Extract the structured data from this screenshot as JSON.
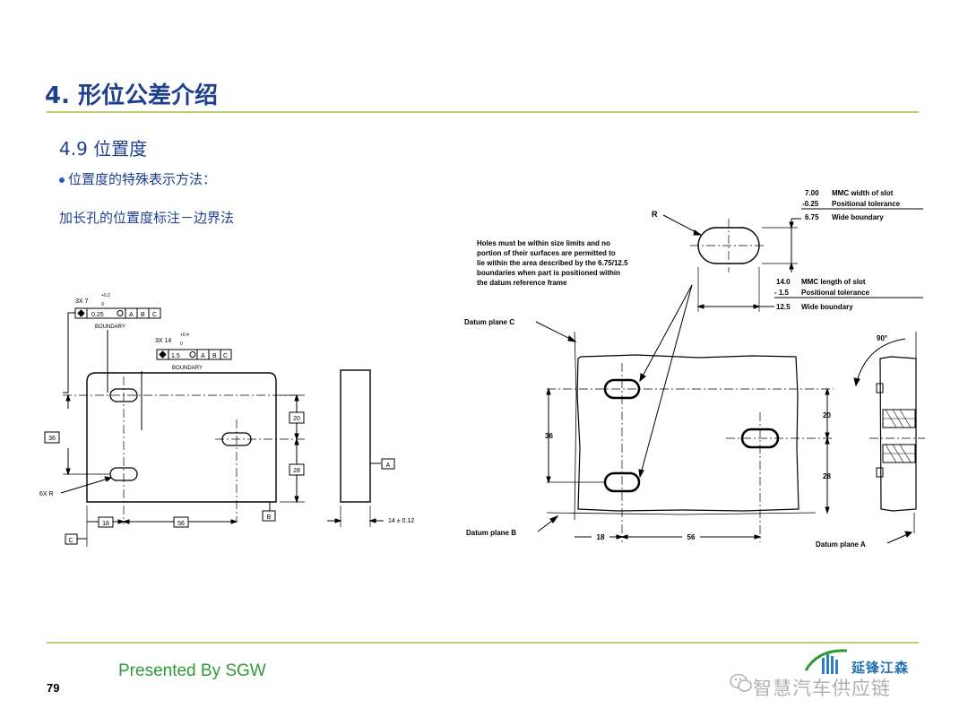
{
  "slide": {
    "title": "4. 形位公差介绍",
    "subtitle": "4.9 位置度",
    "bullet": "位置度的特殊表示方法：",
    "line2": "加长孔的位置度标注－边界法",
    "footer": "Presented By SGW",
    "page_number": "79",
    "brand_name": "延锋江森",
    "watermark": "智慧汽车供应链"
  },
  "left_drawing": {
    "callout1_qty": "3X 7",
    "callout1_tol": "+0.2 / 0",
    "fcf1": [
      "0.25",
      "A",
      "B",
      "C"
    ],
    "callout2_qty": "3X 14",
    "callout2_tol": "+0.4 / 0",
    "fcf2": [
      "1.5",
      "A",
      "B",
      "C"
    ],
    "boundary": "BOUNDARY",
    "dims": {
      "d36": "36",
      "d20": "20",
      "d28": "28",
      "d18": "18",
      "d56": "56",
      "thick": "14 ± 0.12"
    },
    "radius": "6X R",
    "datums": {
      "A": "A",
      "B": "B",
      "C": "C"
    }
  },
  "right_drawing": {
    "note": [
      "Holes must be within size limits and no",
      "portion of their surfaces are permitted to",
      "lie within the area described by the 6.75/12.5",
      "boundaries when part is positioned within",
      "the datum reference frame"
    ],
    "r_label": "R",
    "width_table": [
      [
        "7.00",
        "MMC width of slot"
      ],
      [
        "-0.25",
        "Positional tolerance"
      ],
      [
        "6.75",
        "Wide boundary"
      ]
    ],
    "length_table": [
      [
        "14.0",
        "MMC length of slot"
      ],
      [
        "- 1.5",
        "Positional tolerance"
      ],
      [
        "12.5",
        "Wide boundary"
      ]
    ],
    "datum_c": "Datum plane C",
    "datum_b": "Datum plane B",
    "datum_a": "Datum plane A",
    "angle": "90°",
    "dims": {
      "d36": "36",
      "d20": "20",
      "d28": "28",
      "d18": "18",
      "d56": "56"
    }
  }
}
